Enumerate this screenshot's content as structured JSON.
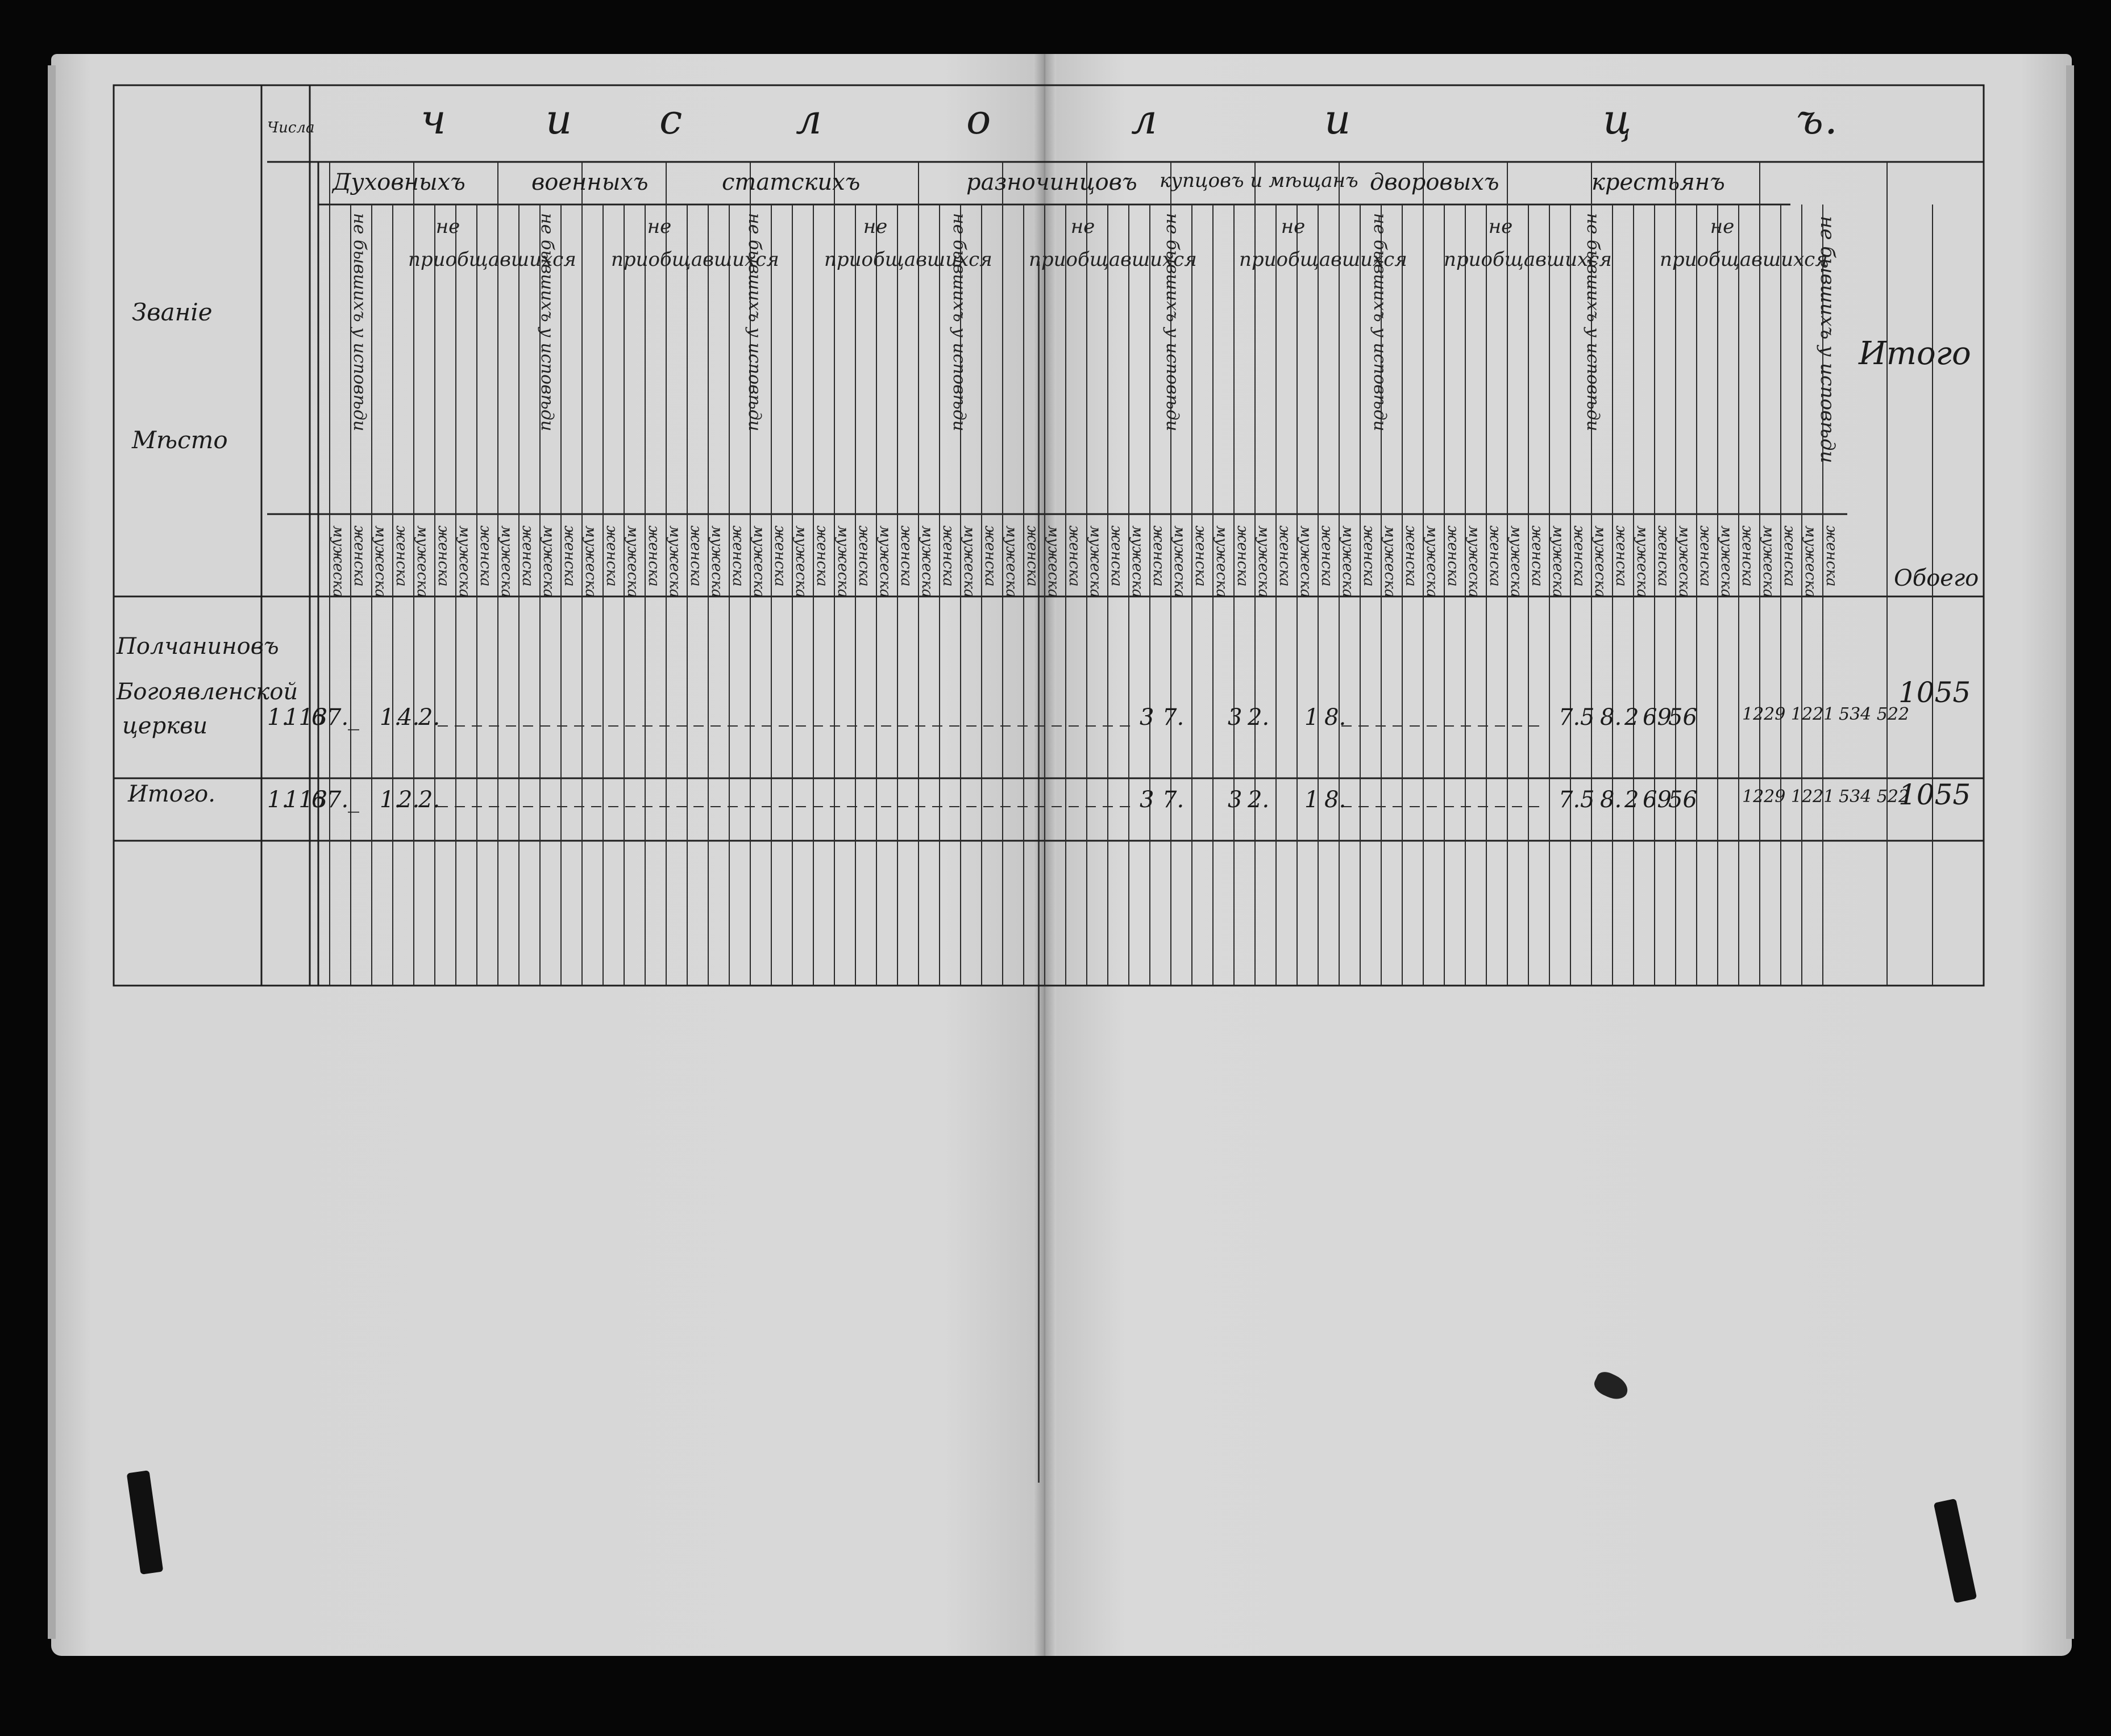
{
  "header": {
    "top_word": [
      "ч",
      "и",
      "с",
      "л",
      "о",
      "л",
      "и",
      "ц",
      "ъ."
    ],
    "left_column_label": "Числа"
  },
  "row_headers": {
    "rank": "Званіе",
    "place": "Мѣсто",
    "total": "Итого",
    "both_sexes": "Обоего"
  },
  "categories": [
    "Духовныхъ",
    "военныхъ",
    "статскихъ",
    "разночинцовъ",
    "купцовъ и мѣщанъ",
    "дворовыхъ",
    "крестьянъ"
  ],
  "subheaders": {
    "abstained": "не бывшихъ у исповѣди",
    "not_partaking": "не приобщавшихся",
    "male": "мужеска",
    "female": "женска"
  },
  "rows": [
    {
      "label_lines": [
        "Полчаниновъ",
        "Богоявленской",
        "церкви"
      ],
      "values": {
        "num_a": "1.",
        "num_b": "113",
        "num_c": "6",
        "num_d": "7.",
        "clergy": [
          "_",
          "1.",
          "4.",
          "2."
        ],
        "merchants_1": [
          "3",
          "7."
        ],
        "merchants_2": [
          "3",
          "2."
        ],
        "merchants_3": [
          "1",
          "8."
        ],
        "peasants": [
          "7.",
          "5",
          "8.",
          "2",
          "69",
          "56"
        ],
        "totals_a": "1229 1221",
        "totals_b": "534 522",
        "grand_total": "1055"
      }
    },
    {
      "label_lines": [
        "Итого."
      ],
      "values": {
        "num_a": "1.",
        "num_b": "113",
        "num_c": "6",
        "num_d": "7.",
        "clergy": [
          "_",
          "1.",
          "2.",
          "2."
        ],
        "merchants_1": [
          "3",
          "7."
        ],
        "merchants_2": [
          "3",
          "2."
        ],
        "merchants_3": [
          "1",
          "8."
        ],
        "peasants": [
          "7.",
          "5",
          "8.",
          "2",
          "69",
          "56"
        ],
        "totals_a": "1229 1221",
        "totals_b": "534 522",
        "grand_total": "1055"
      }
    }
  ]
}
